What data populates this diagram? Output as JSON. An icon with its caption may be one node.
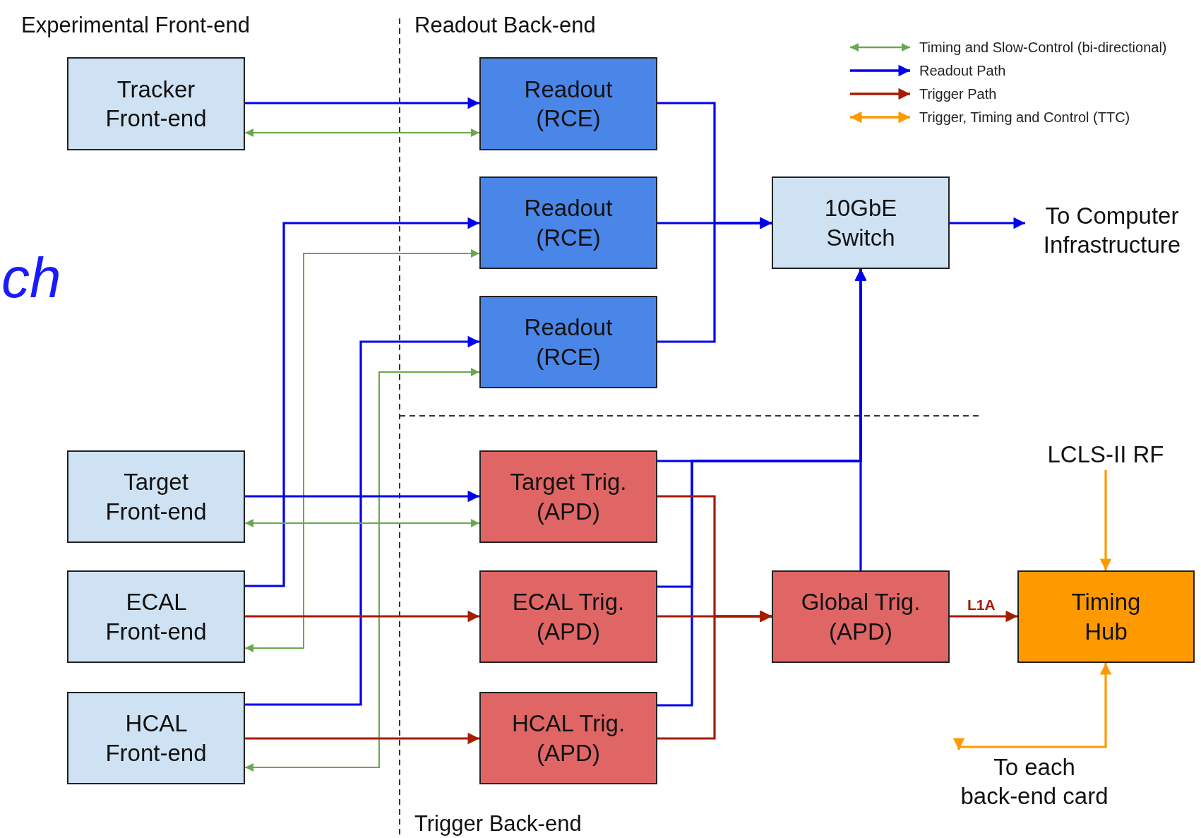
{
  "diagram": {
    "nodes": [
      {
        "text": [
          "Tracker Front-end"
        ]
      },
      {
        "text": [
          "Readout (RCE)"
        ]
      },
      {
        "text": [
          "Readout (RCE)"
        ]
      },
      {
        "text": [
          "Readout (RCE)"
        ]
      },
      {
        "text": [
          "10GbE Switch"
        ]
      },
      {
        "text": [
          "To Computer Infrastructure"
        ]
      },
      {
        "text": [
          "Target Front-end"
        ]
      },
      {
        "text": [
          "Target Trig. (APD)"
        ]
      },
      {
        "text": [
          "LCLS-II RF"
        ]
      },
      {
        "text": [
          "ECAL Front-end"
        ]
      },
      {
        "text": [
          "ECAL Trig. (APD)"
        ]
      },
      {
        "text": [
          "Global Trig. (APD)"
        ]
      },
      {
        "text": [
          "Timing Hub"
        ]
      },
      {
        "text": [
          "HCAL Front-end"
        ]
      },
      {
        "text": [
          "HCAL Trig. (APD)"
        ]
      },
      {
        "text": [
          "To each back-end card"
        ]
      }
    ],
    "edges": [
      {
        "from": 0,
        "to": 1,
        "arrow": "to"
      },
      {
        "from": 0,
        "to": 1,
        "arrow": "both",
        "color": "#6aa84f"
      },
      {
        "from": 9,
        "to": 2,
        "arrow": "to"
      },
      {
        "from": 9,
        "to": 2,
        "arrow": "both",
        "color": "#6aa84f"
      },
      {
        "from": 13,
        "to": 3,
        "arrow": "to"
      },
      {
        "from": 13,
        "to": 3,
        "arrow": "both",
        "color": "#6aa84f"
      },
      {
        "from": 6,
        "to": 7,
        "arrow": "to"
      },
      {
        "from": 6,
        "to": 7,
        "arrow": "both",
        "color": "#6aa84f"
      },
      {
        "from": 9,
        "to": 10,
        "arrow": "to",
        "color": "#a61c00"
      },
      {
        "from": 13,
        "to": 14,
        "arrow": "to",
        "color": "#a61c00"
      },
      {
        "from": 1,
        "to": 4,
        "arrow": "to"
      },
      {
        "from": 2,
        "to": 4,
        "arrow": "to"
      },
      {
        "from": 3,
        "to": 4,
        "arrow": "to"
      },
      {
        "from": 4,
        "to": 5,
        "arrow": "to"
      },
      {
        "from": 7,
        "to": 4,
        "arrow": "to"
      },
      {
        "from": 10,
        "to": 4,
        "arrow": "to"
      },
      {
        "from": 14,
        "to": 4,
        "arrow": "to"
      },
      {
        "from": 11,
        "to": 4,
        "arrow": "to"
      },
      {
        "from": 7,
        "to": 11,
        "arrow": "to",
        "color": "#a61c00"
      },
      {
        "from": 10,
        "to": 11,
        "arrow": "to",
        "color": "#a61c00"
      },
      {
        "from": 14,
        "to": 11,
        "arrow": "to",
        "color": "#a61c00"
      },
      {
        "from": 11,
        "to": 12,
        "arrow": "to",
        "label": "L1A",
        "color": "#a61c00"
      },
      {
        "from": 8,
        "to": 12,
        "arrow": "to",
        "color": "#ff9900"
      },
      {
        "from": 12,
        "to": 15,
        "arrow": "both",
        "color": "#ff9900"
      }
    ],
    "labels": [
      "ch",
      "Experimental Front-end",
      "Readout Back-end",
      "Trigger Back-end"
    ],
    "legend": [
      {
        "text": "Timing and Slow-Control (bi-directional)"
      },
      {
        "text": "Readout Path"
      },
      {
        "text": "Trigger Path"
      },
      {
        "text": "Trigger, Timing and Control (TTC)"
      }
    ]
  }
}
